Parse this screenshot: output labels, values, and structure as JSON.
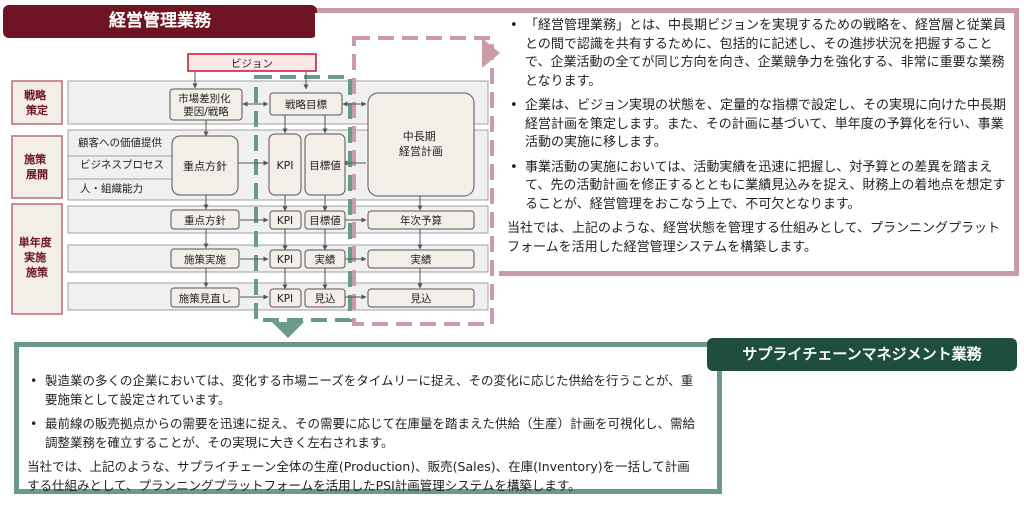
{
  "management": {
    "title": "経営管理業務",
    "bullets": [
      "「経営管理業務」とは、中長期ビジョンを実現するための戦略を、経営層と従業員との間で認識を共有するために、包括的に記述し、その進捗状況を把握することで、企業活動の全てが同じ方向を向き、企業競争力を強化する、非常に重要な業務となります。",
      "企業は、ビジョン実現の状態を、定量的な指標で設定し、その実現に向けた中長期経営計画を策定します。また、その計画に基づいて、単年度の予算化を行い、事業活動の実施に移します。",
      "事業活動の実施においては、活動実績を迅速に把握し、対予算との差異を踏まえて、先の活動計画を修正するとともに業績見込みを捉え、財務上の着地点を想定することが、経営管理をおこなう上で、不可欠となります。"
    ],
    "summary": "当社では、上記のような、経営状態を管理する仕組みとして、プランニングプラットフォームを活用した経営管理システムを構築します。"
  },
  "diagram": {
    "vision": "ビジョン",
    "rows": {
      "strategy": "戦略策定",
      "execution": "施策展開",
      "annual": "単年度実施施策"
    },
    "perspectives": [
      "顧客への価値提供",
      "ビジネスプロセス",
      "人・組織能力"
    ],
    "col1": [
      "市場差別化要因/戦略",
      "重点方針",
      "重点方針",
      "施策実施",
      "施策見直し"
    ],
    "kpi": "KPI",
    "col2": [
      "戦略目標",
      "目標値",
      "目標値",
      "実績",
      "見込"
    ],
    "col3": [
      "中長期経営計画",
      "年次予算",
      "実績",
      "見込"
    ]
  },
  "scm": {
    "title": "サプライチェーンマネジメント業務",
    "bullets": [
      "製造業の多くの企業においては、変化する市場ニーズをタイムリーに捉え、その変化に応じた供給を行うことが、重要施策として設定されています。",
      "最前線の販売拠点からの需要を迅速に捉え、その需要に応じて在庫量を踏まえた供給（生産）計画を可視化し、需給調整業務を確立することが、その実現に大きく左右されます。"
    ],
    "summary": "当社では、上記のような、サプライチェーン全体の生産(Production)、販売(Sales)、在庫(Inventory)を一括して計画する仕組みとして、プランニングプラットフォームを活用したPSI計画管理システムを構築します。"
  },
  "colors": {
    "maroon": "#6e1423",
    "rose_dark": "#b86a79",
    "rose_light": "#c99ca7",
    "green_dark": "#1f4e3d",
    "green": "#6b9a87",
    "box_fill": "#f4eee9",
    "row_fill": "#f0f0f0"
  }
}
